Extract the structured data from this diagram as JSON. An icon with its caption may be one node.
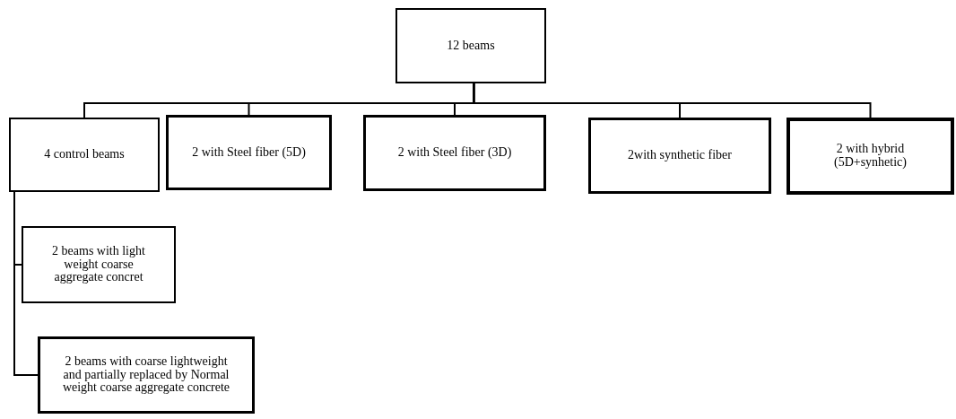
{
  "diagram": {
    "nodes": [
      {
        "text": [
          "12 beams"
        ]
      },
      {
        "text": [
          "4 control beams"
        ]
      },
      {
        "text": [
          "2 with Steel fiber (5D)"
        ]
      },
      {
        "text": [
          "2 with Steel fiber (3D)"
        ]
      },
      {
        "text": [
          "2with synthetic fiber"
        ]
      },
      {
        "text": [
          "2 with hybrid (5D+synhetic)"
        ]
      },
      {
        "text": [
          "2 beams with light weight coarse aggregate concret"
        ]
      },
      {
        "text": [
          "2 beams with coarse lightweight and partially replaced by Normal weight coarse aggregate concrete"
        ]
      }
    ],
    "edges": [
      {
        "from": 0,
        "to": 1,
        "arrow": "none"
      },
      {
        "from": 0,
        "to": 2,
        "arrow": "none"
      },
      {
        "from": 0,
        "to": 3,
        "arrow": "none"
      },
      {
        "from": 0,
        "to": 4,
        "arrow": "none"
      },
      {
        "from": 0,
        "to": 5,
        "arrow": "none"
      },
      {
        "from": 1,
        "to": 6,
        "arrow": "none"
      },
      {
        "from": 1,
        "to": 7,
        "arrow": "none"
      }
    ]
  }
}
